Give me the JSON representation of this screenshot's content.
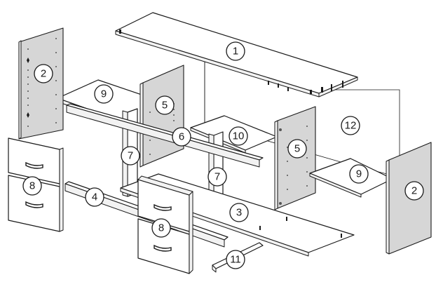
{
  "diagram": {
    "type": "exploded-assembly",
    "parts": [
      {
        "id": "top-panel",
        "label": "1"
      },
      {
        "id": "side-panel-left",
        "label": "2"
      },
      {
        "id": "side-panel-right",
        "label": "2"
      },
      {
        "id": "bottom-panel",
        "label": "3"
      },
      {
        "id": "front-rail",
        "label": "4"
      },
      {
        "id": "divider-left",
        "label": "5"
      },
      {
        "id": "divider-right",
        "label": "5"
      },
      {
        "id": "rail-middle",
        "label": "6"
      },
      {
        "id": "post-left",
        "label": "7"
      },
      {
        "id": "post-right",
        "label": "7"
      },
      {
        "id": "drawers-left",
        "label": "8"
      },
      {
        "id": "drawers-middle",
        "label": "8"
      },
      {
        "id": "shelf-left",
        "label": "9"
      },
      {
        "id": "shelf-right",
        "label": "9"
      },
      {
        "id": "shelf-middle",
        "label": "10"
      },
      {
        "id": "plinth",
        "label": "11"
      },
      {
        "id": "back-panel",
        "label": "12"
      }
    ]
  }
}
